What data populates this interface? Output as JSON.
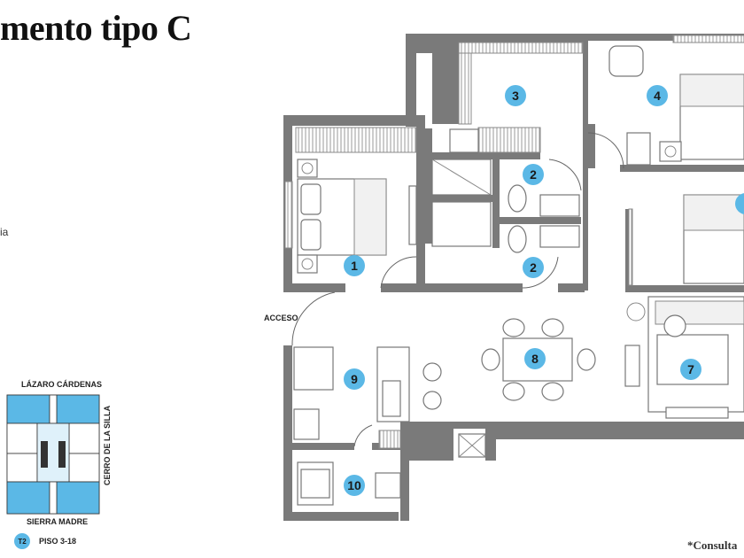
{
  "page": {
    "title": "mento tipo C",
    "side_text": "ia",
    "footnote": "*Consulta"
  },
  "plan": {
    "access_label": "ACCESO",
    "rooms": [
      {
        "number": "1"
      },
      {
        "number": "2"
      },
      {
        "number": "2"
      },
      {
        "number": "3"
      },
      {
        "number": "4"
      },
      {
        "number": "7"
      },
      {
        "number": "8"
      },
      {
        "number": "9"
      },
      {
        "number": "10"
      }
    ]
  },
  "key_plan": {
    "street_top": "LÁZARO CÁRDENAS",
    "street_right": "CERRO DE LA SILLA",
    "street_bottom": "SIERRA MADRE",
    "tower_badge": "T2",
    "floors": "PISO 3-18"
  },
  "colors": {
    "accent": "#5bb8e6",
    "wall": "#7a7a7a"
  }
}
